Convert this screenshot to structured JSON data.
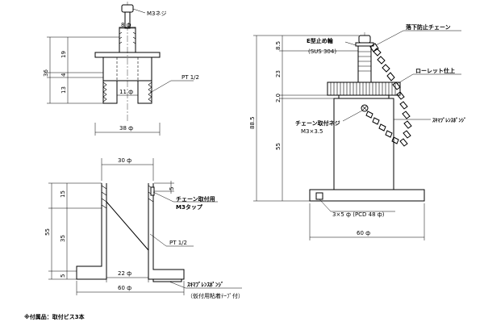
{
  "top_left": {
    "screw_label": "M3ネジ",
    "screw_dia": "8 ф",
    "dims_vertical": [
      "19",
      "4",
      "13"
    ],
    "total_height": "36",
    "pipe_thread": "PT  1/2",
    "inner_dia": "11 ф",
    "width": "38 ф"
  },
  "bottom_left": {
    "top_width": "30 ф",
    "dims_vertical": [
      "15",
      "35",
      "5"
    ],
    "total_height": "55",
    "side_dim": "5",
    "chain_screw_label_1": "チェーン取付用",
    "chain_screw_label_2": "M3タップ",
    "pipe_thread": "PT  1/2",
    "inner_dia": "22 ф",
    "base_width": "60 ф",
    "sponge_label": "ｽｷﾏﾌﾞﾚﾝｽﾎﾟﾝｼﾞ",
    "sponge_note": "（仮付用粘着ﾃｰﾌﾟ付）"
  },
  "right": {
    "e_ring_label": "E型止め輪",
    "e_ring_material": "(SUS 304)",
    "chain_label": "落下防止チェーン",
    "knurl_label": "ローレット仕上",
    "sponge_label": "ｽｷﾏﾌﾞﾚﾝｽﾎﾟﾝｼﾞ",
    "chain_screw_label": "チェーン取付ネジ",
    "chain_screw_size": "M3×3.5",
    "total_height": "88.5",
    "dims_vertical": [
      "8.5",
      "23",
      "2.0",
      "55"
    ],
    "holes": "3×5 ф (PCD 48 ф)",
    "base_width": "60 ф"
  },
  "footer_note": "※付属品：取付ビス3本"
}
